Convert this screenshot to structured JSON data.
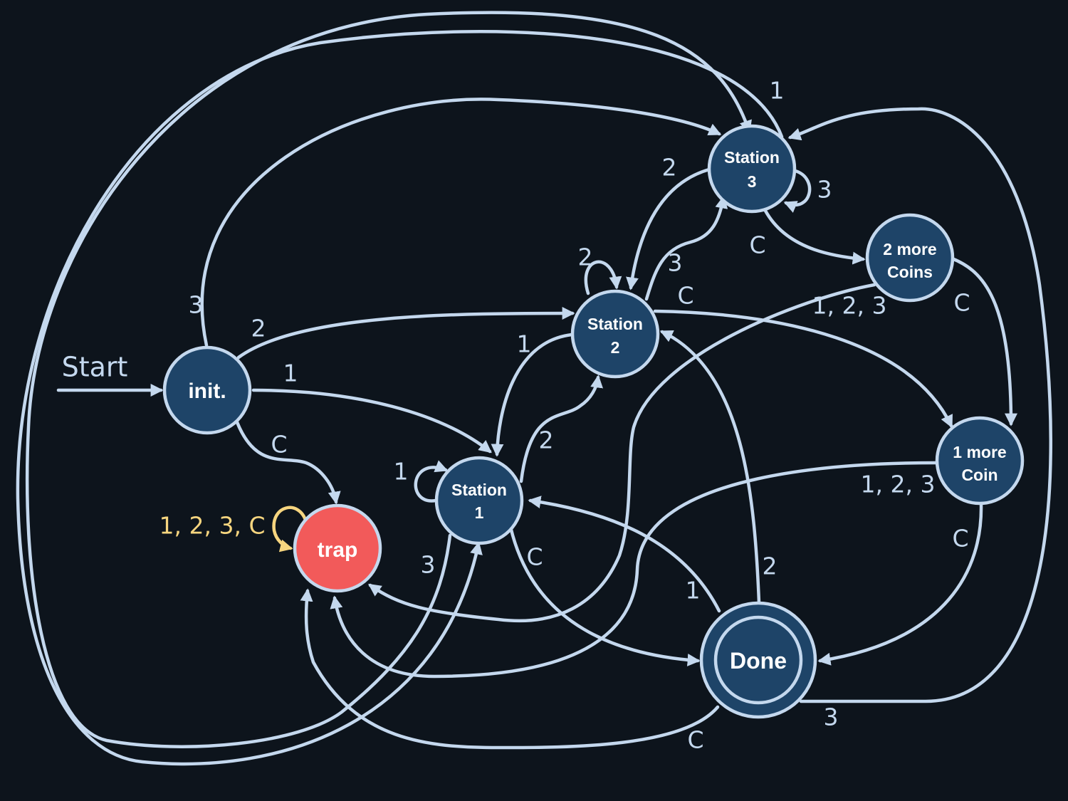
{
  "states": {
    "init": {
      "line1": "init.",
      "line2": ""
    },
    "station1": {
      "line1": "Station",
      "line2": "1"
    },
    "station2": {
      "line1": "Station",
      "line2": "2"
    },
    "station3": {
      "line1": "Station",
      "line2": "3"
    },
    "two_more": {
      "line1": "2 more",
      "line2": "Coins"
    },
    "one_more": {
      "line1": "1 more",
      "line2": "Coin"
    },
    "done": {
      "line1": "Done",
      "line2": ""
    },
    "trap": {
      "line1": "trap",
      "line2": ""
    }
  },
  "start_label": "Start",
  "edge_labels": {
    "init_to_s1": "1",
    "init_to_s2": "2",
    "init_to_s3": "3",
    "init_to_trap": "C",
    "s1_self": "1",
    "s1_to_s2": "2",
    "s1_to_trap": "3",
    "s1_to_done": "C",
    "s2_self": "2",
    "s2_to_s1": "1",
    "s2_to_s3": "3",
    "s2_to_one_more": "C",
    "s3_to_s2": "2",
    "s3_self": "3",
    "s3_to_two_more": "C",
    "s3_to_s1": "1",
    "two_more_to_trap": "1, 2, 3",
    "two_more_to_one_more": "C",
    "one_more_to_trap": "1, 2, 3",
    "one_more_to_done": "C",
    "done_to_s1": "1",
    "done_to_s2": "2",
    "done_to_s3": "3",
    "done_to_trap": "C",
    "trap_self": "1, 2, 3, C"
  },
  "colors": {
    "background": "#0d141c",
    "state_fill": "#1e4468",
    "edge": "#c4d8ee",
    "trap_fill": "#f25a5a",
    "trap_loop": "#f6d57f",
    "text": "#ffffff"
  }
}
